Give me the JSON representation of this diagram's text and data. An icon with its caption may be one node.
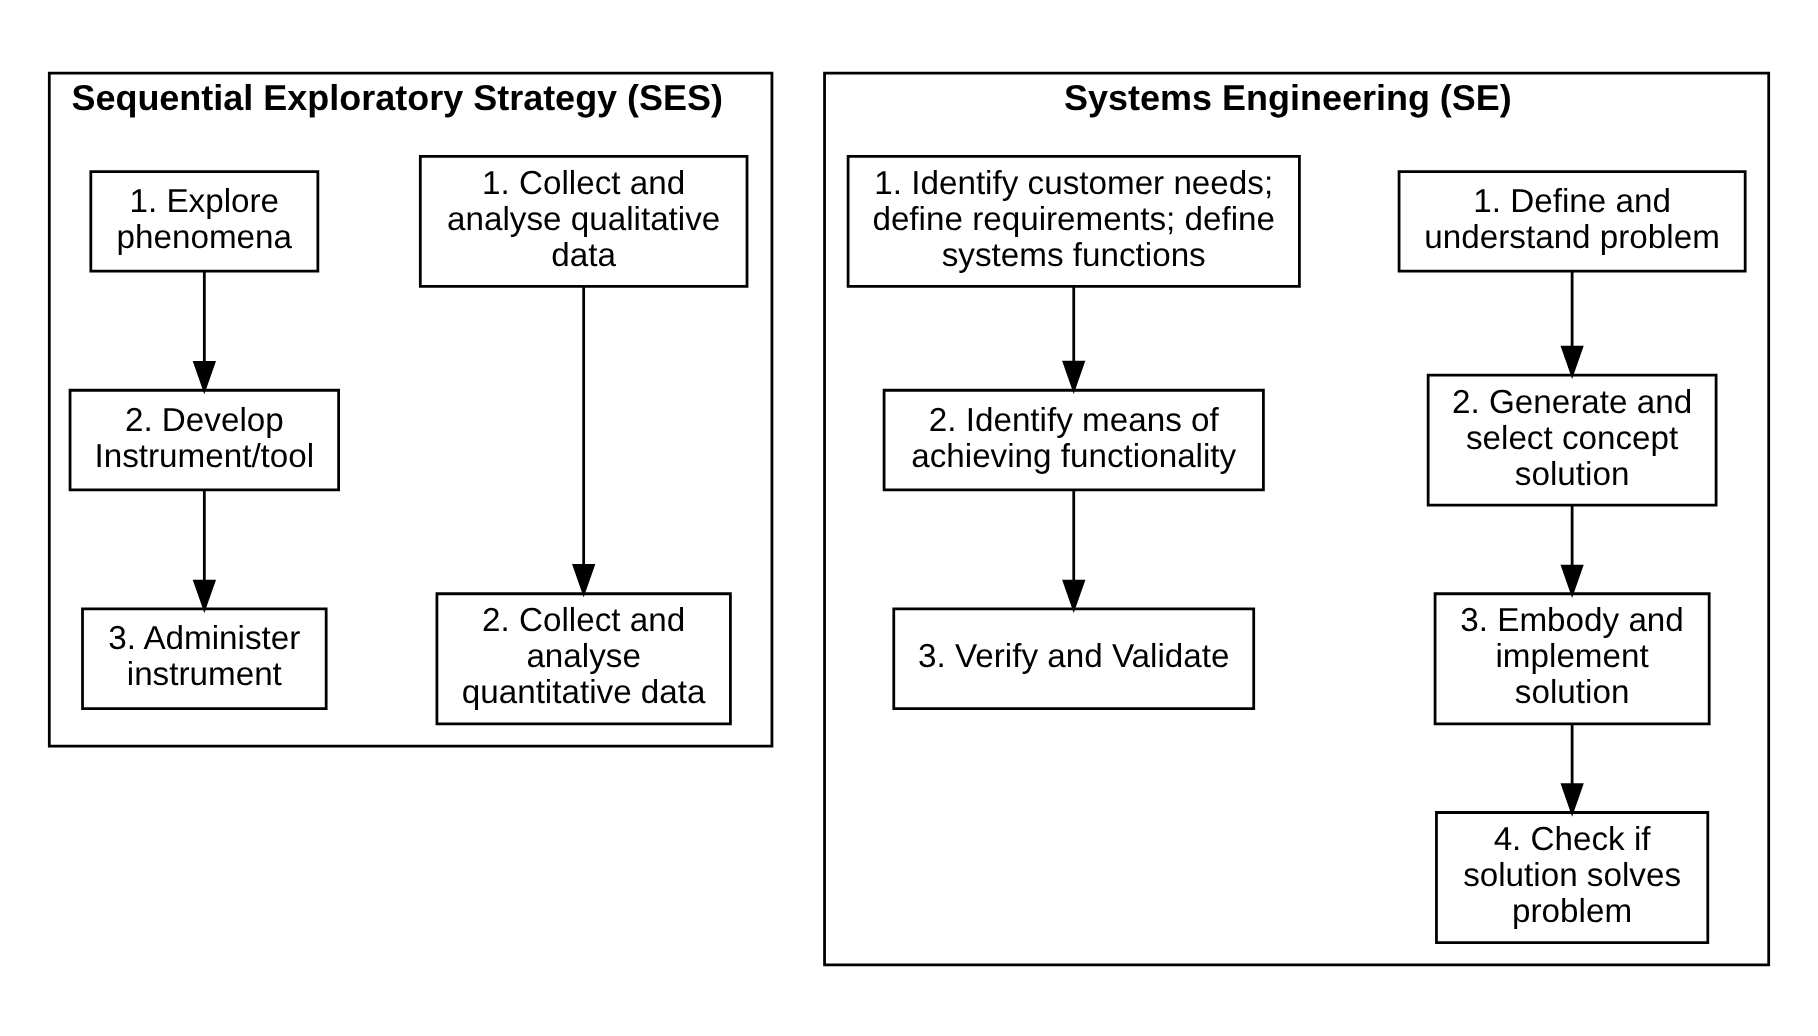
{
  "diagram": {
    "nodes": [
      {
        "text": [
          "Sequential Exploratory Strategy (SES)"
        ]
      },
      {
        "text": [
          "1. Collect and analyse qualitative data"
        ],
        "in": 0
      },
      {
        "text": [
          "2. Collect and analyse quantitative data"
        ],
        "in": 0
      },
      {
        "text": [
          "1. Explore phenomena"
        ],
        "in": 0
      },
      {
        "text": [
          "2. Develop Instrument/tool"
        ],
        "in": 0
      },
      {
        "text": [
          "3. Administer instrument"
        ],
        "in": 0
      },
      {
        "text": [
          "Systems Engineering (SE)"
        ]
      },
      {
        "text": [
          "1. Define and understand problem"
        ],
        "in": 6
      },
      {
        "text": [
          "2. Generate and select concept solution"
        ],
        "in": 6
      },
      {
        "text": [
          "3. Embody and implement solution"
        ],
        "in": 6
      },
      {
        "text": [
          "4. Check if solution solves problem"
        ],
        "in": 6
      },
      {
        "text": [
          "1. Identify customer needs; define requirements; define systems functions"
        ],
        "in": 6
      },
      {
        "text": [
          "2. Identify means of achieving functionality"
        ],
        "in": 6
      },
      {
        "text": [
          "3. Verify and Validate"
        ],
        "in": 6
      }
    ],
    "edges": [
      {
        "from": 1,
        "to": 2,
        "arrow": "to"
      },
      {
        "from": 3,
        "to": 4,
        "arrow": "to"
      },
      {
        "from": 4,
        "to": 5,
        "arrow": "to"
      },
      {
        "from": 7,
        "to": 8,
        "arrow": "to"
      },
      {
        "from": 8,
        "to": 9,
        "arrow": "to"
      },
      {
        "from": 9,
        "to": 10,
        "arrow": "to"
      },
      {
        "from": 11,
        "to": 12,
        "arrow": "to"
      },
      {
        "from": 12,
        "to": 13,
        "arrow": "to"
      }
    ]
  }
}
